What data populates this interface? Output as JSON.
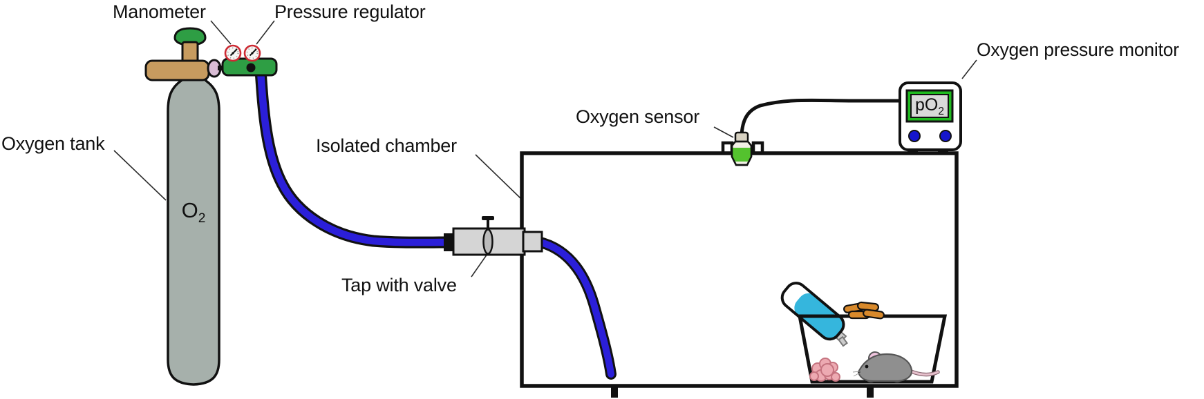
{
  "figure": {
    "labels": {
      "manometer": "Manometer",
      "pressure_regulator": "Pressure regulator",
      "oxygen_tank": "Oxygen tank",
      "isolated_chamber": "Isolated chamber",
      "tap_with_valve": "Tap with valve",
      "oxygen_sensor": "Oxygen sensor",
      "oxygen_pressure_monitor": "Oxygen pressure monitor"
    },
    "tank_symbol": {
      "main": "O",
      "sub": "2"
    },
    "monitor_display": {
      "main": "pO",
      "sub": "2"
    },
    "colors": {
      "tank_gray": "#a6b0ab",
      "tube_blue": "#2b1fd9",
      "regulator_green": "#2e9e44",
      "valve_tan": "#c79b5f",
      "connector_pink": "#d9bcd4",
      "gauge_ring_red": "#cc2a33",
      "gauge_face_white": "#f6f6f4",
      "tap_gray": "#d5d5d5",
      "valve_lens_gray": "#bbbbbb",
      "sensor_green": "#54c22e",
      "sensor_cap_beige": "#d8d2c2",
      "sensor_body_cream": "#f2efe6",
      "display_green": "#1fbb1f",
      "display_screen_gray": "#d9d9d9",
      "button_blue": "#1616cc",
      "bottle_cyan": "#35b6dd",
      "nozzle_gray": "#cccccc",
      "pellet_orange": "#d8892b",
      "bedding_pink": "#edaab2",
      "bedding_outline_pink": "#c5737f",
      "mouse_gray": "#8f8f8f",
      "mouse_ear_pink": "#f0c4de",
      "mouse_tail_pink": "#e6c0cc",
      "outline_black": "#111111"
    }
  }
}
